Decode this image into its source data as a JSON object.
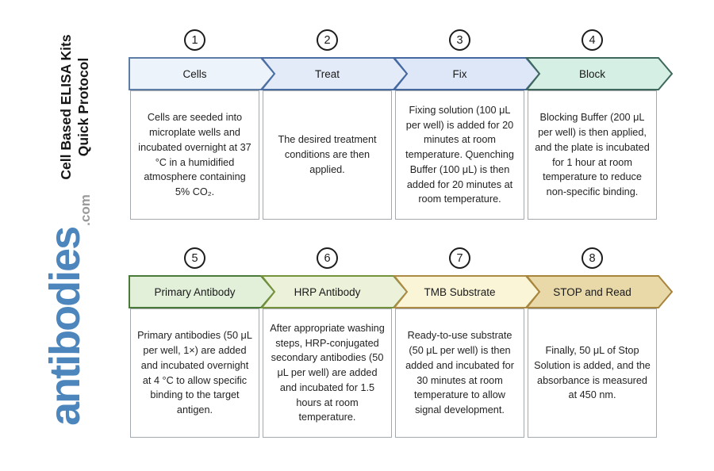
{
  "sidebar": {
    "title_line1": "Cell Based ELISA Kits",
    "title_line2": "Quick Protocol",
    "logo_text": "antibodies",
    "logo_suffix": ".com",
    "logo_color": "#4d86bd",
    "logo_suffix_color": "#9a9a9a"
  },
  "steps": [
    {
      "number": "1",
      "title": "Cells",
      "description": "Cells are seeded into microplate wells and incubated overnight at 37 °C in a humidified atmosphere containing 5% CO₂.",
      "colors": {
        "fill": "#edf3fa",
        "border": "#5e7da6"
      }
    },
    {
      "number": "2",
      "title": "Treat",
      "description": "The desired treatment conditions are then applied.",
      "colors": {
        "fill": "#e3eaf8",
        "border": "#4a6ea4"
      }
    },
    {
      "number": "3",
      "title": "Fix",
      "description": "Fixing solution (100 μL per well) is added for 20 minutes at room temperature. Quenching Buffer (100 μL) is then added for 20 minutes at room temperature.",
      "colors": {
        "fill": "#dde7f8",
        "border": "#44689f"
      }
    },
    {
      "number": "4",
      "title": "Block",
      "description": "Blocking Buffer (200 μL per well) is then applied, and the plate is incubated for 1 hour at room temperature to reduce non-specific binding.",
      "colors": {
        "fill": "#d6efe4",
        "border": "#3f685c"
      }
    },
    {
      "number": "5",
      "title": "Primary Antibody",
      "description": "Primary antibodies (50 μL per well, 1×) are added and incubated overnight at 4 °C to allow specific binding to the target antigen.",
      "colors": {
        "fill": "#e2f0d9",
        "border": "#4a7a39"
      }
    },
    {
      "number": "6",
      "title": "HRP Antibody",
      "description": "After appropriate washing steps, HRP-conjugated secondary antibodies (50 μL per well) are added and incubated for 1.5 hours at room temperature.",
      "colors": {
        "fill": "#ecf2d9",
        "border": "#75923c"
      }
    },
    {
      "number": "7",
      "title": "TMB Substrate",
      "description": "Ready-to-use substrate (50 μL per well) is then added and incubated for 30 minutes at room temperature to allow signal development.",
      "colors": {
        "fill": "#faf5d6",
        "border": "#ad8b45"
      }
    },
    {
      "number": "8",
      "title": "STOP and Read",
      "description": "Finally, 50 μL of Stop Solution is added, and the absorbance is measured at 450 nm.",
      "colors": {
        "fill": "#e9d9a9",
        "border": "#a7853c"
      }
    }
  ]
}
